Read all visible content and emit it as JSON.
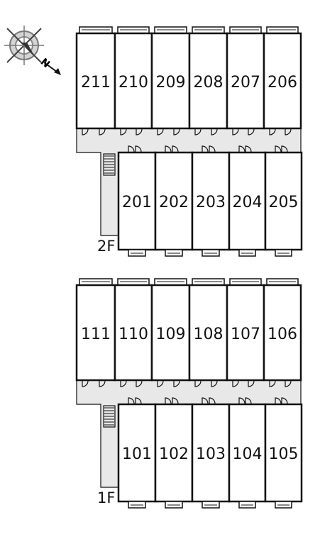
{
  "compass": {
    "icon": "compass-icon",
    "north_letter": "N"
  },
  "floors": [
    {
      "label": "2F",
      "north_rooms": [
        "211",
        "210",
        "209",
        "208",
        "207",
        "206"
      ],
      "south_rooms": [
        "201",
        "202",
        "203",
        "204",
        "205"
      ]
    },
    {
      "label": "1F",
      "north_rooms": [
        "111",
        "110",
        "109",
        "108",
        "107",
        "106"
      ],
      "south_rooms": [
        "101",
        "102",
        "103",
        "104",
        "105"
      ]
    }
  ],
  "colors": {
    "line": "#111111",
    "corridor": "#e8e8e8",
    "background": "#ffffff"
  }
}
